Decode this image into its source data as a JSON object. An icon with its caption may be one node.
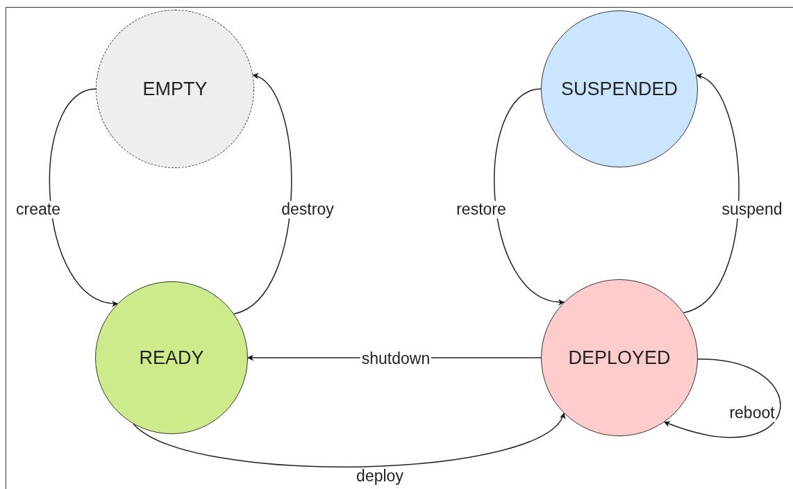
{
  "diagram": {
    "nodes": [
      {
        "text": [
          "EMPTY"
        ]
      },
      {
        "text": [
          "SUSPENDED"
        ]
      },
      {
        "text": [
          "READY"
        ]
      },
      {
        "text": [
          "DEPLOYED"
        ]
      }
    ],
    "edges": [
      {
        "from": 0,
        "to": 2,
        "arrow": "to",
        "label": "create"
      },
      {
        "from": 2,
        "to": 0,
        "arrow": "to",
        "label": "destroy"
      },
      {
        "from": 1,
        "to": 3,
        "arrow": "to",
        "label": "restore"
      },
      {
        "from": 3,
        "to": 1,
        "arrow": "to",
        "label": "suspend"
      },
      {
        "from": 3,
        "to": 2,
        "arrow": "to",
        "label": "shutdown"
      },
      {
        "from": 2,
        "to": 3,
        "arrow": "to",
        "label": "deploy"
      },
      {
        "from": 3,
        "to": 3,
        "arrow": "to",
        "label": "reboot"
      }
    ]
  }
}
